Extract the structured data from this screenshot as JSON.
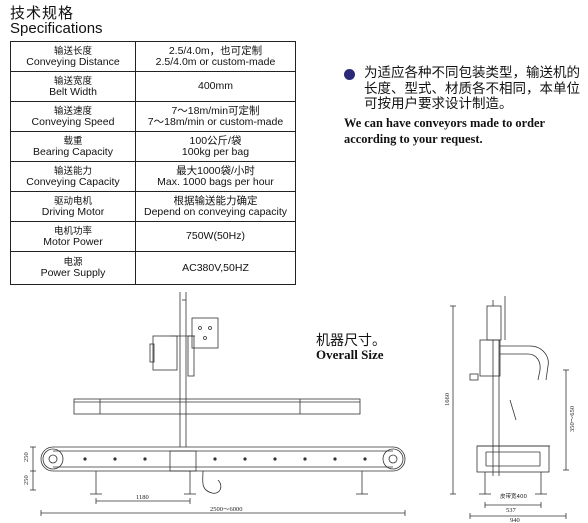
{
  "heading": {
    "cn": "技术规格",
    "en": "Specifications"
  },
  "specs": [
    {
      "label_cn": "输送长度",
      "label_en": "Conveying Distance",
      "value_cn": "2.5/4.0m，也可定制",
      "value_en": "2.5/4.0m or custom-made"
    },
    {
      "label_cn": "输送宽度",
      "label_en": "Belt Width",
      "value_cn": "",
      "value_en": "400mm"
    },
    {
      "label_cn": "输送速度",
      "label_en": "Conveying Speed",
      "value_cn": "7～18m/min可定制",
      "value_en": "7～18m/min or custom-made"
    },
    {
      "label_cn": "载重",
      "label_en": "Bearing Capacity",
      "value_cn": "100公斤/袋",
      "value_en": "100kg per bag"
    },
    {
      "label_cn": "输送能力",
      "label_en": "Conveying Capacity",
      "value_cn": "最大1000袋/小时",
      "value_en": "Max. 1000 bags per hour"
    },
    {
      "label_cn": "驱动电机",
      "label_en": "Driving Motor",
      "value_cn": "根据输送能力确定",
      "value_en": "Depend on conveying capacity"
    },
    {
      "label_cn": "电机功率",
      "label_en": "Motor Power",
      "value_cn": "",
      "value_en": "750W(50Hz)"
    },
    {
      "label_cn": "电源",
      "label_en": "Power Supply",
      "value_cn": "",
      "value_en": "AC380V,50HZ"
    }
  ],
  "note": {
    "cn": "为适应各种不同包装类型，输送机的长度、型式、材质各不相同，本单位可按用户要求设计制造。",
    "en": "We can have conveyors made to order according to your request."
  },
  "overall_size": {
    "cn": "机器尺寸。",
    "en": "Overall Size"
  },
  "dimensions": {
    "length": "2500～6000",
    "offset": "1180",
    "h_upper": "250",
    "h_lower": "250",
    "height": "1660",
    "h_adjust": "350～650",
    "belt_width_label": "皮带宽400",
    "width_inner": "537",
    "width_outer": "940"
  }
}
